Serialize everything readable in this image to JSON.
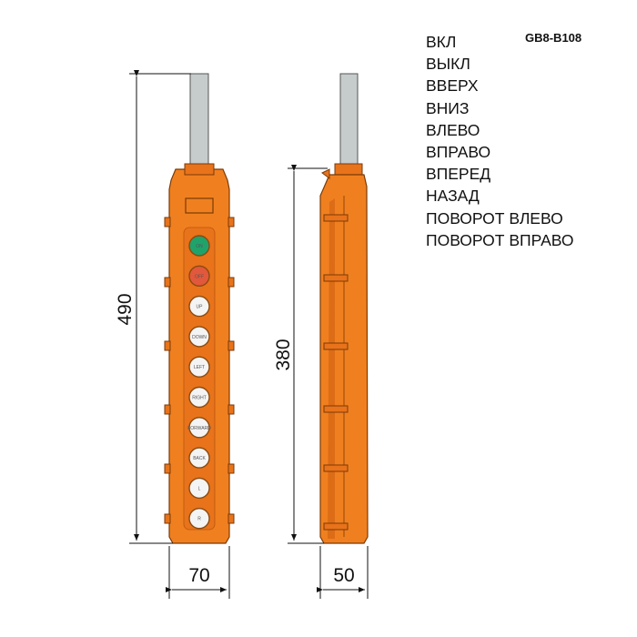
{
  "model_code": "GB8-B108",
  "function_labels": [
    "ВКЛ",
    "ВЫКЛ",
    "ВВЕРХ",
    "ВНИЗ",
    "ВЛЕВО",
    "ВПРАВО",
    "ВПЕРЕД",
    "НАЗАД",
    "ПОВОРОТ ВЛЕВО",
    "ПОВОРОТ ВПРАВО"
  ],
  "dimensions": {
    "total_height": "490",
    "body_height": "380",
    "width": "70",
    "depth": "50"
  },
  "buttons": [
    {
      "label": "ON",
      "color": "#1fa36b"
    },
    {
      "label": "OFF",
      "color": "#e2583c"
    },
    {
      "label": "UP",
      "color": "#f4f4f4"
    },
    {
      "label": "DOWN",
      "color": "#f4f4f4"
    },
    {
      "label": "LEFT",
      "color": "#f4f4f4"
    },
    {
      "label": "RIGHT",
      "color": "#f4f4f4"
    },
    {
      "label": "FORWARD",
      "color": "#f4f4f4"
    },
    {
      "label": "BACK",
      "color": "#f4f4f4"
    },
    {
      "label": "L",
      "color": "#f4f4f4"
    },
    {
      "label": "R",
      "color": "#f4f4f4"
    }
  ],
  "colors": {
    "housing": "#f0801f",
    "housing_shade": "#cf5f10",
    "cable": "#c6cbcc"
  }
}
